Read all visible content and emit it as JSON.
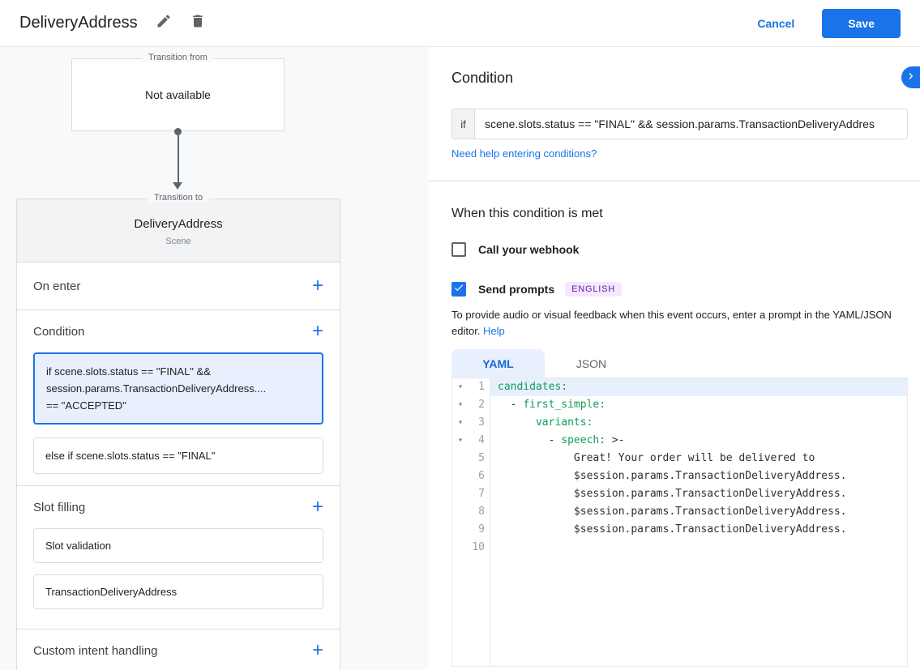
{
  "colors": {
    "accent_blue": "#1a73e8",
    "selected_condition_bg": "#e8f0fe",
    "yaml_key_green": "#0f9d58",
    "language_badge_bg": "#f3e8fd",
    "border_gray": "#dadce0"
  },
  "icons": {
    "plus": "+",
    "fold_arrow": "▾"
  },
  "header": {
    "title": "DeliveryAddress",
    "cancel_label": "Cancel",
    "save_label": "Save"
  },
  "left_panel": {
    "transition_from": {
      "label": "Transition from",
      "value": "Not available"
    },
    "transition_to": {
      "label": "Transition to",
      "title": "DeliveryAddress",
      "subtitle": "Scene"
    },
    "sections": {
      "on_enter": "On enter",
      "condition": "Condition",
      "slot_filling": "Slot filling",
      "custom_intent": "Custom intent handling"
    },
    "condition_items": [
      "if scene.slots.status == \"FINAL\" &&\nsession.params.TransactionDeliveryAddress....\n== \"ACCEPTED\"",
      "else if scene.slots.status == \"FINAL\""
    ],
    "slot_items": [
      "Slot validation",
      "TransactionDeliveryAddress"
    ]
  },
  "right_panel": {
    "title": "Condition",
    "if_label": "if",
    "condition_value": "scene.slots.status == \"FINAL\" && session.params.TransactionDeliveryAddres",
    "conditions_help_link": "Need help entering conditions?",
    "when_met_heading": "When this condition is met",
    "webhook_checkbox_label": "Call your webhook",
    "prompts_checkbox_label": "Send prompts",
    "language_badge": "ENGLISH",
    "prompts_help_text": "To provide audio or visual feedback when this event occurs, enter a prompt in the YAML/JSON editor. ",
    "help_link": "Help",
    "tab_yaml": "YAML",
    "tab_json": "JSON",
    "editor": {
      "lines": [
        {
          "num": "1",
          "fold": "▾",
          "pre": "",
          "key": "candidates:",
          "post": ""
        },
        {
          "num": "2",
          "fold": "▾",
          "pre": "  - ",
          "key": "first_simple:",
          "post": ""
        },
        {
          "num": "3",
          "fold": "▾",
          "pre": "      ",
          "key": "variants:",
          "post": ""
        },
        {
          "num": "4",
          "fold": "▾",
          "pre": "        - ",
          "key": "speech:",
          "post": " >-"
        },
        {
          "num": "5",
          "fold": "",
          "pre": "            Great! Your order will be delivered to",
          "key": "",
          "post": ""
        },
        {
          "num": "6",
          "fold": "",
          "pre": "            $session.params.TransactionDeliveryAddress.",
          "key": "",
          "post": ""
        },
        {
          "num": "7",
          "fold": "",
          "pre": "            $session.params.TransactionDeliveryAddress.",
          "key": "",
          "post": ""
        },
        {
          "num": "8",
          "fold": "",
          "pre": "            $session.params.TransactionDeliveryAddress.",
          "key": "",
          "post": ""
        },
        {
          "num": "9",
          "fold": "",
          "pre": "            $session.params.TransactionDeliveryAddress.",
          "key": "",
          "post": ""
        },
        {
          "num": "10",
          "fold": "",
          "pre": "",
          "key": "",
          "post": ""
        }
      ]
    }
  }
}
